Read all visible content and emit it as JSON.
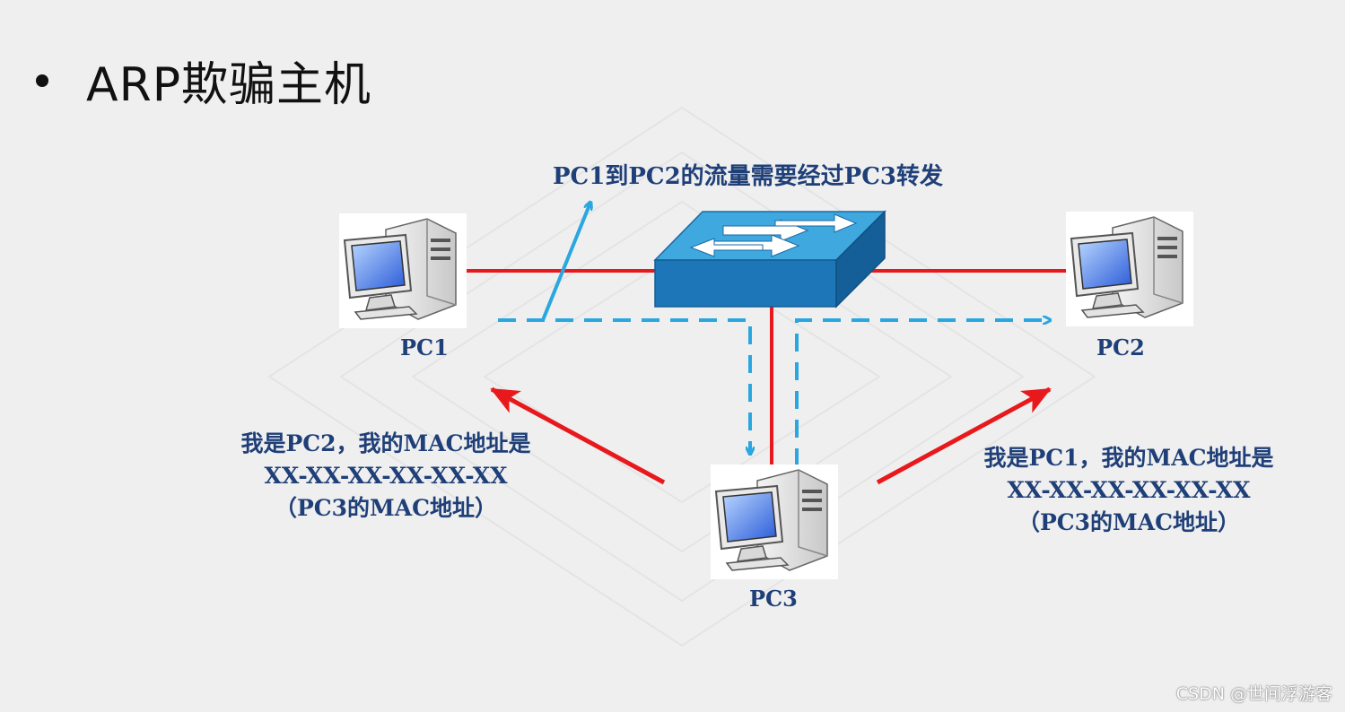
{
  "slide": {
    "title": "ARP欺骗主机"
  },
  "diagram": {
    "note": "PC1到PC2的流量需要经过PC3转发",
    "nodes": {
      "pc1": "PC1",
      "pc2": "PC2",
      "pc3": "PC3"
    },
    "claim_to_pc1": {
      "line1": "我是PC2，我的MAC地址是",
      "line2": "XX-XX-XX-XX-XX-XX",
      "line3": "（PC3的MAC地址）"
    },
    "claim_to_pc2": {
      "line1": "我是PC1，我的MAC地址是",
      "line2": "XX-XX-XX-XX-XX-XX",
      "line3": "（PC3的MAC地址）"
    },
    "colors": {
      "link": "#e8191c",
      "traffic": "#2aa7e0",
      "switch_top": "#3fa8de",
      "switch_side": "#1c76b8",
      "text": "#1f3f78"
    }
  },
  "watermark": "CSDN @世间浮游客"
}
